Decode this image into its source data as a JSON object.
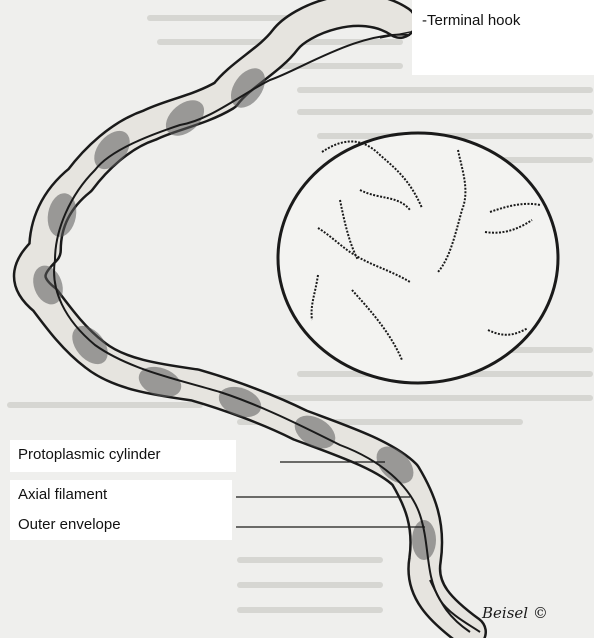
{
  "labels": {
    "terminal_hook": "-Terminal hook",
    "protoplasmic_cylinder": "Protoplasmic cylinder",
    "axial_filament": "Axial filament",
    "outer_envelope": "Outer envelope"
  },
  "signature": "Beisel ©",
  "colors": {
    "background": "#efefed",
    "ink": "#1a1a1a",
    "body_fill": "#e6e4df",
    "shadow": "#5a5a5a"
  },
  "icons": [
    "microscope-field-circle",
    "spirochete-body"
  ]
}
